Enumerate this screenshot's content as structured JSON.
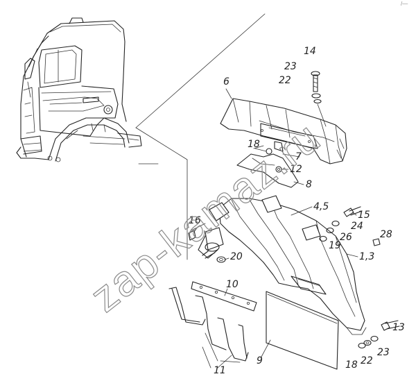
{
  "watermark": "zap-kamaz.ru",
  "corner_mark": "/—",
  "callouts": {
    "c14": "14",
    "c23a": "23",
    "c22a": "22",
    "c6": "6",
    "c18a": "18",
    "c7": "7",
    "c12": "12",
    "c8": "8",
    "c45": "4,5",
    "c15": "15",
    "c24": "24",
    "c26": "26",
    "c28": "28",
    "c16": "16",
    "c19": "19",
    "c13b": "1,3",
    "c20": "20",
    "c10": "10",
    "c13": "13",
    "c23b": "23",
    "c22b": "22",
    "c18b": "18",
    "c9": "9",
    "c11": "11"
  }
}
